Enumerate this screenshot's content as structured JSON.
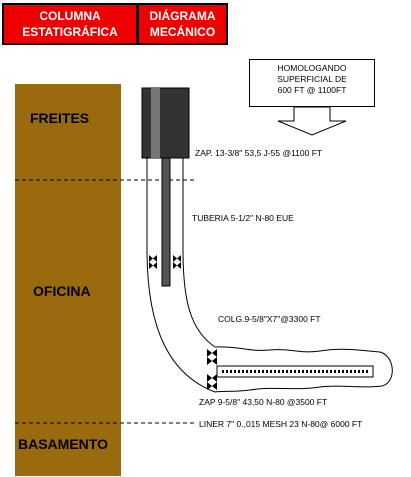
{
  "header": {
    "col1_line1": "COLUMNA",
    "col1_line2": "ESTATIGRÁFICA",
    "col2_line1": "DIÁGRAMA",
    "col2_line2": "MECÁNICO"
  },
  "formations": [
    "FREITES",
    "OFICINA",
    "BASAMENTO"
  ],
  "callout": {
    "line1": "HOMOLOGANDO",
    "line2": "SUPERFICIAL  DE",
    "line3": "600 FT @ 1100FT"
  },
  "annotations": {
    "casing_shoe": "ZAP. 13-3/8\" 53,5 J-55 @1100 FT",
    "tubing": "TUBERIA  5-1/2\" N-80 EUE",
    "hanger": "COLG.9-5/8\"X7\"@3300 FT",
    "shoe_2": "ZAP 9-5/8\" 43,50 N-80 @3500 FT",
    "liner": "LINER  7\" 0.,015 MESH  23 N-80@ 6000 FT"
  },
  "colors": {
    "header_bg": "#ee0000",
    "formation_column": "#9a6a0f",
    "casing": "#333333"
  }
}
